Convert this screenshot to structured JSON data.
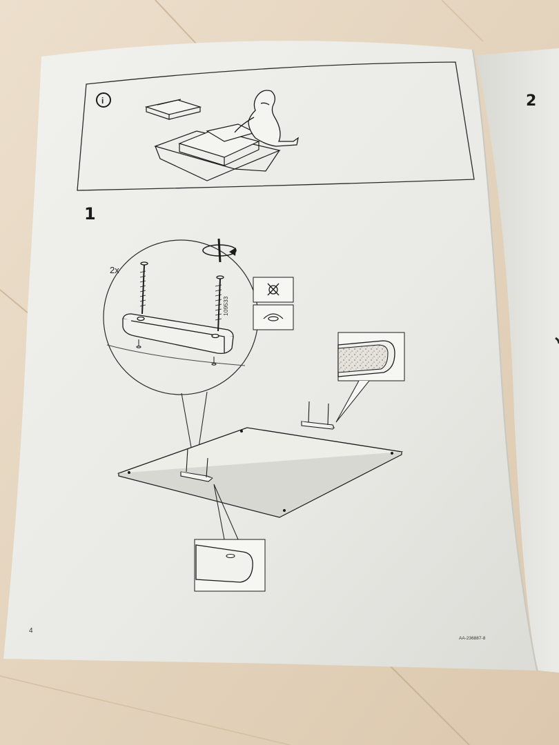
{
  "manual": {
    "left_page": {
      "info_icon_glyph": "i",
      "step_number": "1",
      "quantity_label": "2x",
      "part_number": "109533",
      "page_number": "4",
      "document_code": "AA-236887-8"
    },
    "right_page": {
      "step_number": "2"
    }
  },
  "colors": {
    "floor": "#e7d8c4",
    "paper": "#eeeee9",
    "ink": "#1a1a1a"
  }
}
